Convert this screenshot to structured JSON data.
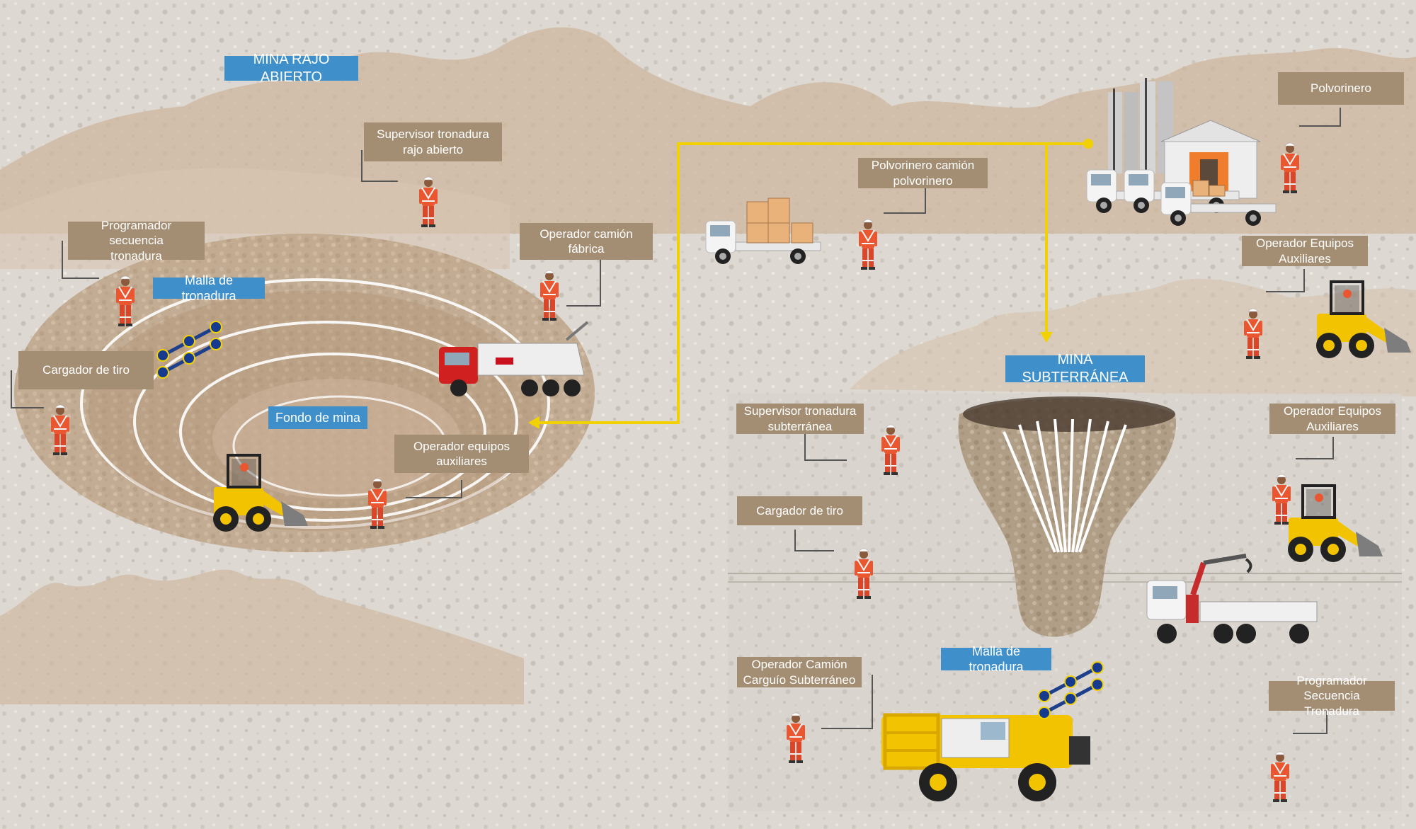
{
  "colors": {
    "label_tan": "#a48e73",
    "label_blue": "#3f8fcb",
    "arrow_yellow": "#f2d100",
    "ground": "#d9d3cb",
    "worker_vest": "#e9562f",
    "machine_yellow": "#f2c300"
  },
  "open_pit": {
    "section_title": "MINA RAJO ABIERTO",
    "blast_pattern": "Malla de tronadura",
    "pit_bottom": "Fondo de mina",
    "roles": {
      "blasting_supervisor": [
        "Supervisor tronadura",
        "rajo abierto"
      ],
      "sequence_programmer": [
        "Programador secuencia",
        "tronadura"
      ],
      "factory_truck_operator": "Operador camión fábrica",
      "blast_loader": "Cargador de tiro",
      "aux_equipment_operator": [
        "Operador equipos",
        "auxiliares"
      ]
    }
  },
  "magazine": {
    "title": "Polvorinero",
    "truck_role": [
      "Polvorinero camión",
      "polvorinero"
    ],
    "aux_operator": [
      "Operador Equipos",
      "Auxiliares"
    ]
  },
  "underground": {
    "section_title": "MINA SUBTERRÁNEA",
    "blast_pattern": "Malla de tronadura",
    "roles": {
      "blasting_supervisor": [
        "Supervisor tronadura",
        "subterránea"
      ],
      "blast_loader": "Cargador de tiro",
      "aux_equipment_operator": [
        "Operador Equipos",
        "Auxiliares"
      ],
      "loading_truck_operator": [
        "Operador Camión",
        "Carguío Subterráneo"
      ],
      "sequence_programmer": [
        "Programador Secuencia",
        "Tronadura"
      ]
    }
  },
  "icons": [
    "worker-icon",
    "skid-steer-loader-icon",
    "dump-truck-icon",
    "flatbed-truck-icon",
    "explosives-silo-icon",
    "warehouse-icon",
    "crane-truck-icon",
    "underground-loader-icon",
    "blast-pattern-icon"
  ]
}
